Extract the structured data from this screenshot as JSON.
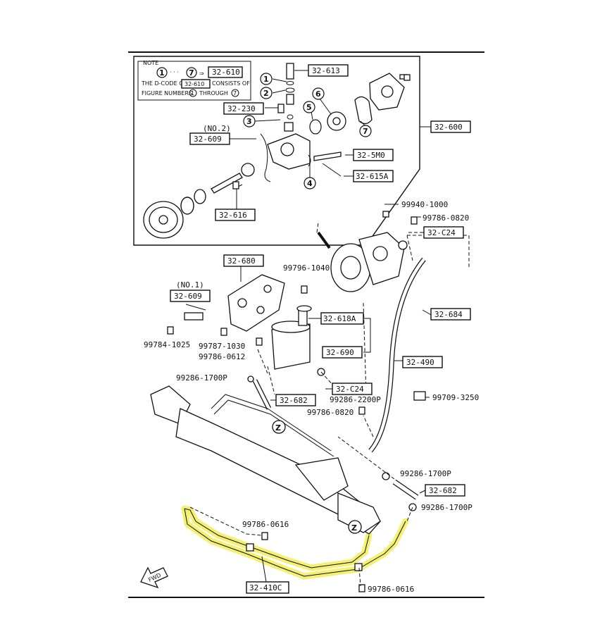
{
  "note": {
    "heading": "NOTE",
    "range_from": "1",
    "range_to": "7",
    "range_target": "32-610",
    "line1_a": "THE D-CODE OF",
    "line1_code": "32-610",
    "line1_b": "CONSISTS OF",
    "line2_a": "FIGURE NUMBERS",
    "line2_from": "1",
    "line2_mid": "THROUGH",
    "line2_to": "7"
  },
  "figure_numbers": [
    "1",
    "2",
    "3",
    "4",
    "5",
    "6",
    "7"
  ],
  "boxed_labels": {
    "b32_613": "32-613",
    "b32_230": "32-230",
    "b32_609_no2": "32-609",
    "b32_5m0": "32-5M0",
    "b32_615a": "32-615A",
    "b32_616": "32-616",
    "b32_600": "32-600",
    "b32_c24_top": "32-C24",
    "b32_680": "32-680",
    "b32_609_no1": "32-609",
    "b32_618a": "32-618A",
    "b32_684": "32-684",
    "b32_690": "32-690",
    "b32_490": "32-490",
    "b32_682_left": "32-682",
    "b32_c24_mid": "32-C24",
    "b32_682_right": "32-682",
    "b32_410c": "32-410C"
  },
  "plain_labels": {
    "no2": "(NO.2)",
    "no1": "(NO.1)",
    "p99940_1000": "99940-1000",
    "p99786_0820_top": "99786-0820",
    "p99796_1040": "99796-1040",
    "p99784_1025": "99784-1025",
    "p99787_1030": "99787-1030",
    "p99786_0612": "99786-0612",
    "p99286_1700p_a": "99286-1700P",
    "p99286_2200p": "99286-2200P",
    "p99709_3250": "99709-3250",
    "p99786_0820_mid": "99786-0820",
    "p99286_1700p_b": "99286-1700P",
    "p99286_1700p_c": "99286-1700P",
    "p99786_0616_a": "99786-0616",
    "p99786_0616_b": "99786-0616"
  },
  "z_marks": [
    "Z",
    "Z"
  ],
  "fwd": "FWD",
  "highlight_color": "#f2ee58"
}
